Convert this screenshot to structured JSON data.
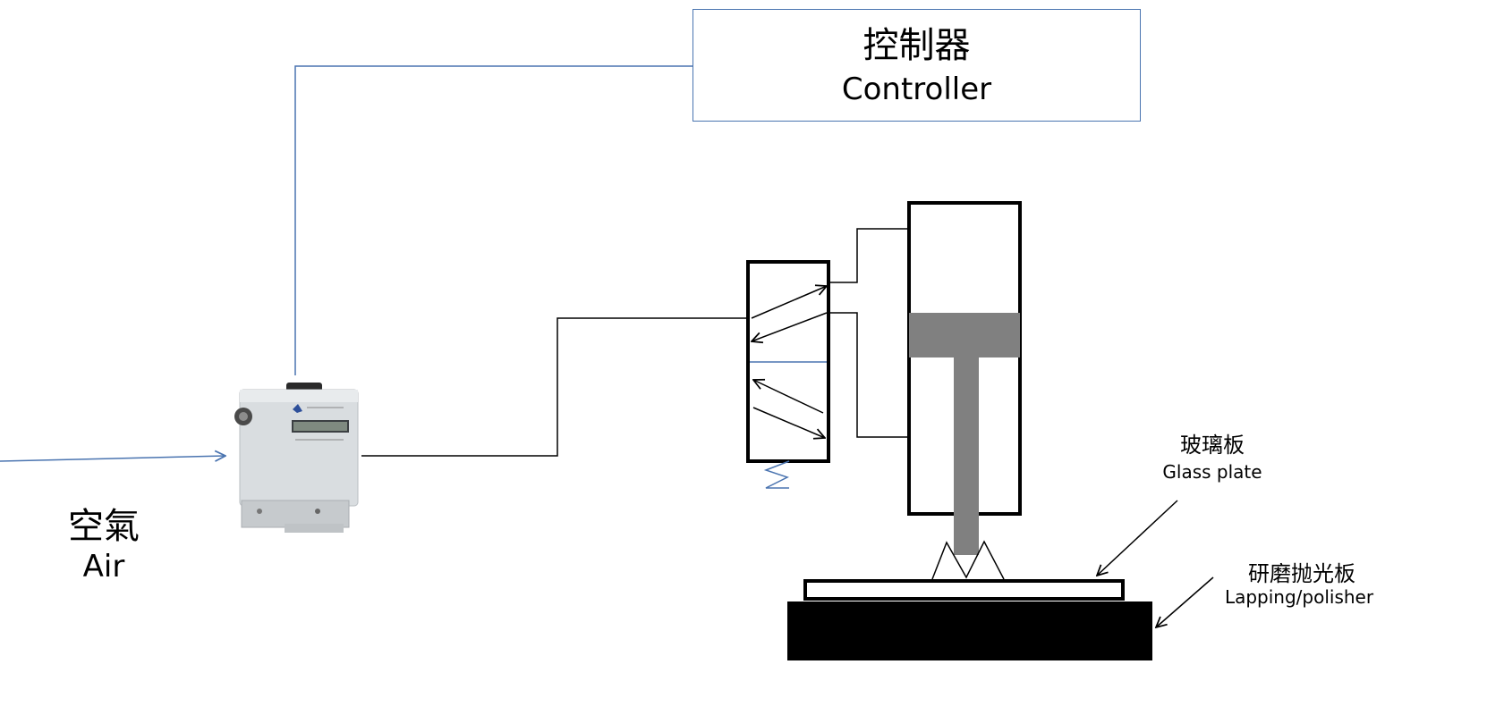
{
  "controller": {
    "label_zh": "控制器",
    "label_en": "Controller"
  },
  "air": {
    "label_zh": "空氣",
    "label_en": "Air"
  },
  "glass_plate": {
    "label_zh": "玻璃板",
    "label_en": "Glass plate"
  },
  "lapping": {
    "label_zh": "研磨抛光板",
    "label_en": "Lapping/polisher"
  },
  "colors": {
    "signal_line": "#4a74b0",
    "pneumatic_line": "#000000",
    "piston": "#808080",
    "base": "#000000"
  }
}
